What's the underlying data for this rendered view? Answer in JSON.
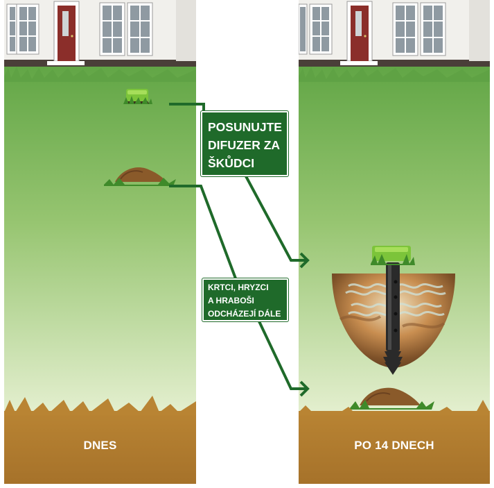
{
  "callouts": {
    "diffuser_lines": [
      "POSUNUJTE",
      "DIFUZER ZA",
      "ŠKŮDCI"
    ],
    "pests_lines": [
      "KRTCI, HRYZCI",
      "A HRABOŠI",
      "ODCHÁZEJÍ DÁLE"
    ]
  },
  "panels": {
    "left": {
      "caption": "DNES"
    },
    "right": {
      "caption": "PO 14 DNECH"
    }
  },
  "colors": {
    "grass_top": "#6aa84f",
    "grass_bottom": "#e3efcd",
    "soil": "#b07a2a",
    "callout_bg": "#1f6a2a",
    "diffuser_cap": "#7cc43a",
    "house_wall": "#f0efec",
    "door": "#8b2e2a"
  }
}
